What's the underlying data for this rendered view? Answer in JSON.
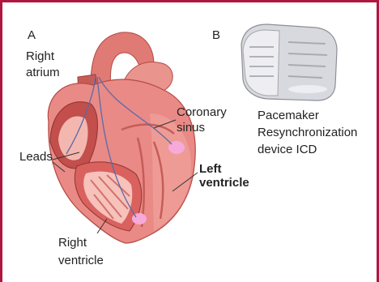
{
  "panels": {
    "a_label": "A",
    "b_label": "B"
  },
  "heart_labels": {
    "right_atrium_line1": "Right",
    "right_atrium_line2": "atrium",
    "coronary_sinus_line1": "Coronary",
    "coronary_sinus_line2": "sinus",
    "leads": "Leads",
    "left_ventricle_line1": "Left",
    "left_ventricle_line2": "ventricle",
    "right_ventricle_line1": "Right",
    "right_ventricle_line2": "ventricle"
  },
  "device": {
    "caption_line1": "Pacemaker",
    "caption_line2": "Resynchronization",
    "caption_line3": "device ICD"
  },
  "colors": {
    "border": "#b0163f",
    "heart_main": "#e98a86",
    "heart_dark": "#c9554f",
    "heart_light": "#f6c2bb",
    "device_metal": "#d8d9de"
  }
}
